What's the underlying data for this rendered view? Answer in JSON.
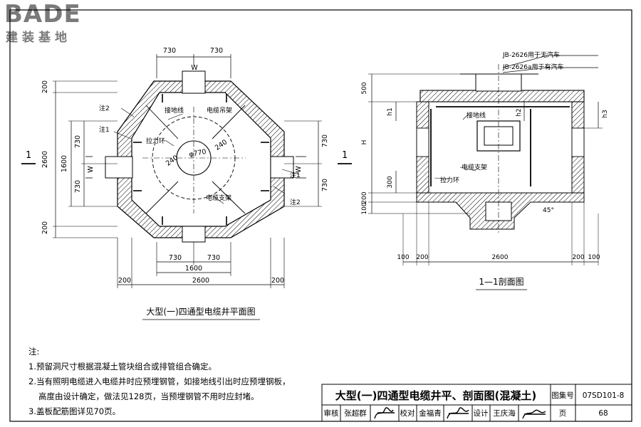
{
  "logo": {
    "brand": "BADE",
    "subtitle": "建装基地"
  },
  "plan": {
    "caption": "大型(一)四通型电缆井平面图",
    "dims": {
      "top_a": "730",
      "top_b": "730",
      "top_w": "W",
      "left_top200": "200",
      "left_2600": "2600",
      "left_bottom200": "200",
      "left_1600": "1600",
      "left_730a": "730",
      "left_730b": "730",
      "left_w": "W",
      "right_730a": "730",
      "right_730b": "730",
      "right_w": "W",
      "bottom_730a": "730",
      "bottom_730b": "730",
      "bottom_1600": "1600",
      "bottom_200a": "200",
      "bottom_2600": "2600",
      "bottom_200b": "200",
      "inner_240a": "240",
      "inner_240b": "240",
      "inner_dia": "φ770"
    },
    "labels": {
      "note2_top": "注2",
      "note1_left": "注1",
      "note1_right": "注1",
      "note2_bottom": "注2",
      "ground_wire": "接地线",
      "cable_hook": "电缆吊架",
      "pull_ring": "拉力环",
      "cable_bracket": "电缆支架"
    },
    "section_marks": {
      "left": "1",
      "right": "1"
    }
  },
  "section": {
    "caption": "1—1剖面图",
    "callouts": {
      "jb1": "JB-2626用于无汽车",
      "jb2": "JB-2626a用于有汽车"
    },
    "dims": {
      "d500": "500",
      "h1": "h1",
      "h2": "h2",
      "h3": "h3",
      "H": "H",
      "d300": "300",
      "d200": "200",
      "d100": "100",
      "angle": "45°",
      "bottom_100a": "100",
      "bottom_200a": "200",
      "bottom_2600": "2600",
      "bottom_200b": "200",
      "bottom_100b": "100"
    },
    "labels": {
      "ground_wire": "接地线",
      "cable_bracket": "电缆支架",
      "pull_ring": "拉力环"
    }
  },
  "notes": {
    "heading": "注:",
    "items": [
      "1.预留洞尺寸根据混凝土管块组合或排管组合确定。",
      "2.当有照明电缆进入电缆井时应预埋钢管，如接地线引出时应预埋钢板，",
      "高度由设计确定，做法见128页，当预埋钢管不用时应封堵。",
      "3.盖板配筋图详见70页。"
    ]
  },
  "title_block": {
    "title": "大型(一)四通型电缆井平、剖面图(混凝土)",
    "atlas_label": "图集号",
    "atlas_no": "07SD101-8",
    "review_label": "审核",
    "reviewer": "张超群",
    "check_label": "校对",
    "checker": "金福青",
    "design_label": "设计",
    "designer": "王庆海",
    "page_label": "页",
    "page_no": "68"
  }
}
